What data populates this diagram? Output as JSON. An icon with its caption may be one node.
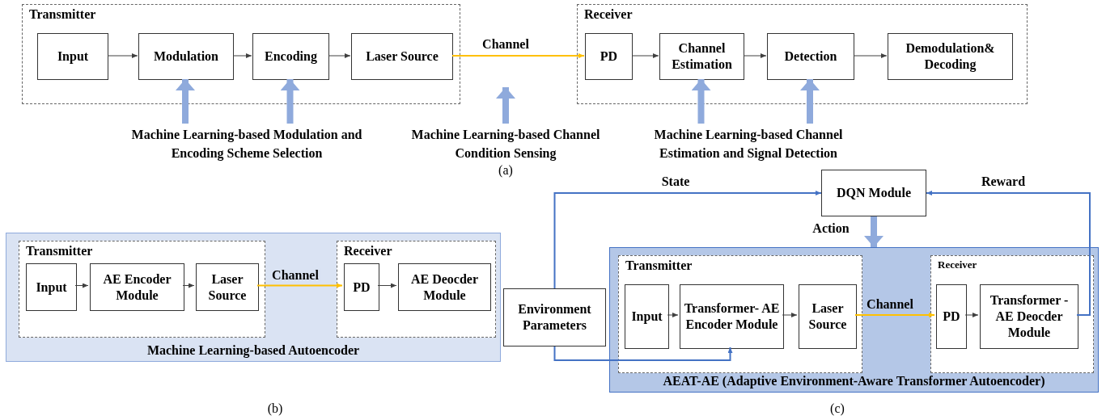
{
  "diagram": {
    "nodes": [
      {
        "text": [
          "Transmitter"
        ]
      },
      {
        "text": [
          "Input"
        ],
        "in": 0
      },
      {
        "text": [
          "Modulation"
        ],
        "in": 0
      },
      {
        "text": [
          "Encoding"
        ],
        "in": 0
      },
      {
        "text": [
          "Laser Source"
        ],
        "in": 0
      },
      {
        "text": [
          "Receiver"
        ]
      },
      {
        "text": [
          "PD"
        ],
        "in": 5
      },
      {
        "text": [
          "Channel Estimation"
        ],
        "in": 5
      },
      {
        "text": [
          "Detection"
        ],
        "in": 5
      },
      {
        "text": [
          "Demodulation& Decoding"
        ],
        "in": 5
      },
      {
        "text": [
          "Machine Learning-based Modulation and Encoding Scheme Selection"
        ]
      },
      {
        "text": [
          "Machine Learning-based Channel Condition Sensing"
        ]
      },
      {
        "text": [
          "Machine Learning-based Channel Estimation and Signal Detection"
        ]
      },
      {
        "text": [
          "Machine Learning-based Autoencoder"
        ]
      },
      {
        "text": [
          "Transmitter"
        ],
        "in": 13
      },
      {
        "text": [
          "Input"
        ],
        "in": 14
      },
      {
        "text": [
          "AE Encoder Module"
        ],
        "in": 14
      },
      {
        "text": [
          "Laser Source"
        ],
        "in": 14
      },
      {
        "text": [
          "Receiver"
        ],
        "in": 13
      },
      {
        "text": [
          "PD"
        ],
        "in": 18
      },
      {
        "text": [
          "AE Deocder Module"
        ],
        "in": 18
      },
      {
        "text": [
          "DQN Module"
        ]
      },
      {
        "text": [
          "Environment Parameters"
        ]
      },
      {
        "text": [
          "AEAT-AE (Adaptive Environment-Aware Transformer Autoencoder)"
        ]
      },
      {
        "text": [
          "Transmitter"
        ],
        "in": 23
      },
      {
        "text": [
          "Input"
        ],
        "in": 24
      },
      {
        "text": [
          "Transformer- AE Encoder Module"
        ],
        "in": 24
      },
      {
        "text": [
          "Laser Source"
        ],
        "in": 24
      },
      {
        "text": [
          "Receiver"
        ],
        "in": 23
      },
      {
        "text": [
          "PD"
        ],
        "in": 28
      },
      {
        "text": [
          "Transformer -AE Deocder Module"
        ],
        "in": 28
      }
    ],
    "edges": [
      {
        "from": 1,
        "to": 2,
        "arrow": "to"
      },
      {
        "from": 2,
        "to": 3,
        "arrow": "to"
      },
      {
        "from": 3,
        "to": 4,
        "arrow": "to"
      },
      {
        "from": 4,
        "to": 6,
        "arrow": "to",
        "label": "Channel",
        "color": "#ffc000"
      },
      {
        "from": 6,
        "to": 7,
        "arrow": "to"
      },
      {
        "from": 7,
        "to": 8,
        "arrow": "to"
      },
      {
        "from": 8,
        "to": 9,
        "arrow": "to"
      },
      {
        "from": 10,
        "to": 2,
        "arrow": "to",
        "style": "thick",
        "color": "#8faadc"
      },
      {
        "from": 10,
        "to": 3,
        "arrow": "to",
        "style": "thick",
        "color": "#8faadc"
      },
      {
        "from": 11,
        "to": null,
        "arrow": "to",
        "style": "thick",
        "color": "#8faadc"
      },
      {
        "from": 12,
        "to": 7,
        "arrow": "to",
        "style": "thick",
        "color": "#8faadc"
      },
      {
        "from": 12,
        "to": 8,
        "arrow": "to",
        "style": "thick",
        "color": "#8faadc"
      },
      {
        "from": 15,
        "to": 16,
        "arrow": "to"
      },
      {
        "from": 16,
        "to": 17,
        "arrow": "to"
      },
      {
        "from": 17,
        "to": 19,
        "arrow": "to",
        "label": "Channel",
        "color": "#ffc000"
      },
      {
        "from": 19,
        "to": 20,
        "arrow": "to"
      },
      {
        "from": 22,
        "to": 21,
        "arrow": "to",
        "label": "State",
        "color": "#4472c4"
      },
      {
        "from": 30,
        "to": 21,
        "arrow": "to",
        "label": "Reward",
        "color": "#4472c4"
      },
      {
        "from": 21,
        "to": 23,
        "arrow": "to",
        "label": "Action",
        "style": "thick",
        "color": "#8faadc"
      },
      {
        "from": 22,
        "to": 26,
        "arrow": "to",
        "color": "#4472c4"
      },
      {
        "from": 25,
        "to": 26,
        "arrow": "to"
      },
      {
        "from": 26,
        "to": 27,
        "arrow": "to"
      },
      {
        "from": 27,
        "to": 29,
        "arrow": "to",
        "label": "Channel",
        "color": "#ffc000"
      },
      {
        "from": 29,
        "to": 30,
        "arrow": "to"
      }
    ],
    "labels": [
      "(a)",
      "(b)",
      "(c)"
    ]
  }
}
